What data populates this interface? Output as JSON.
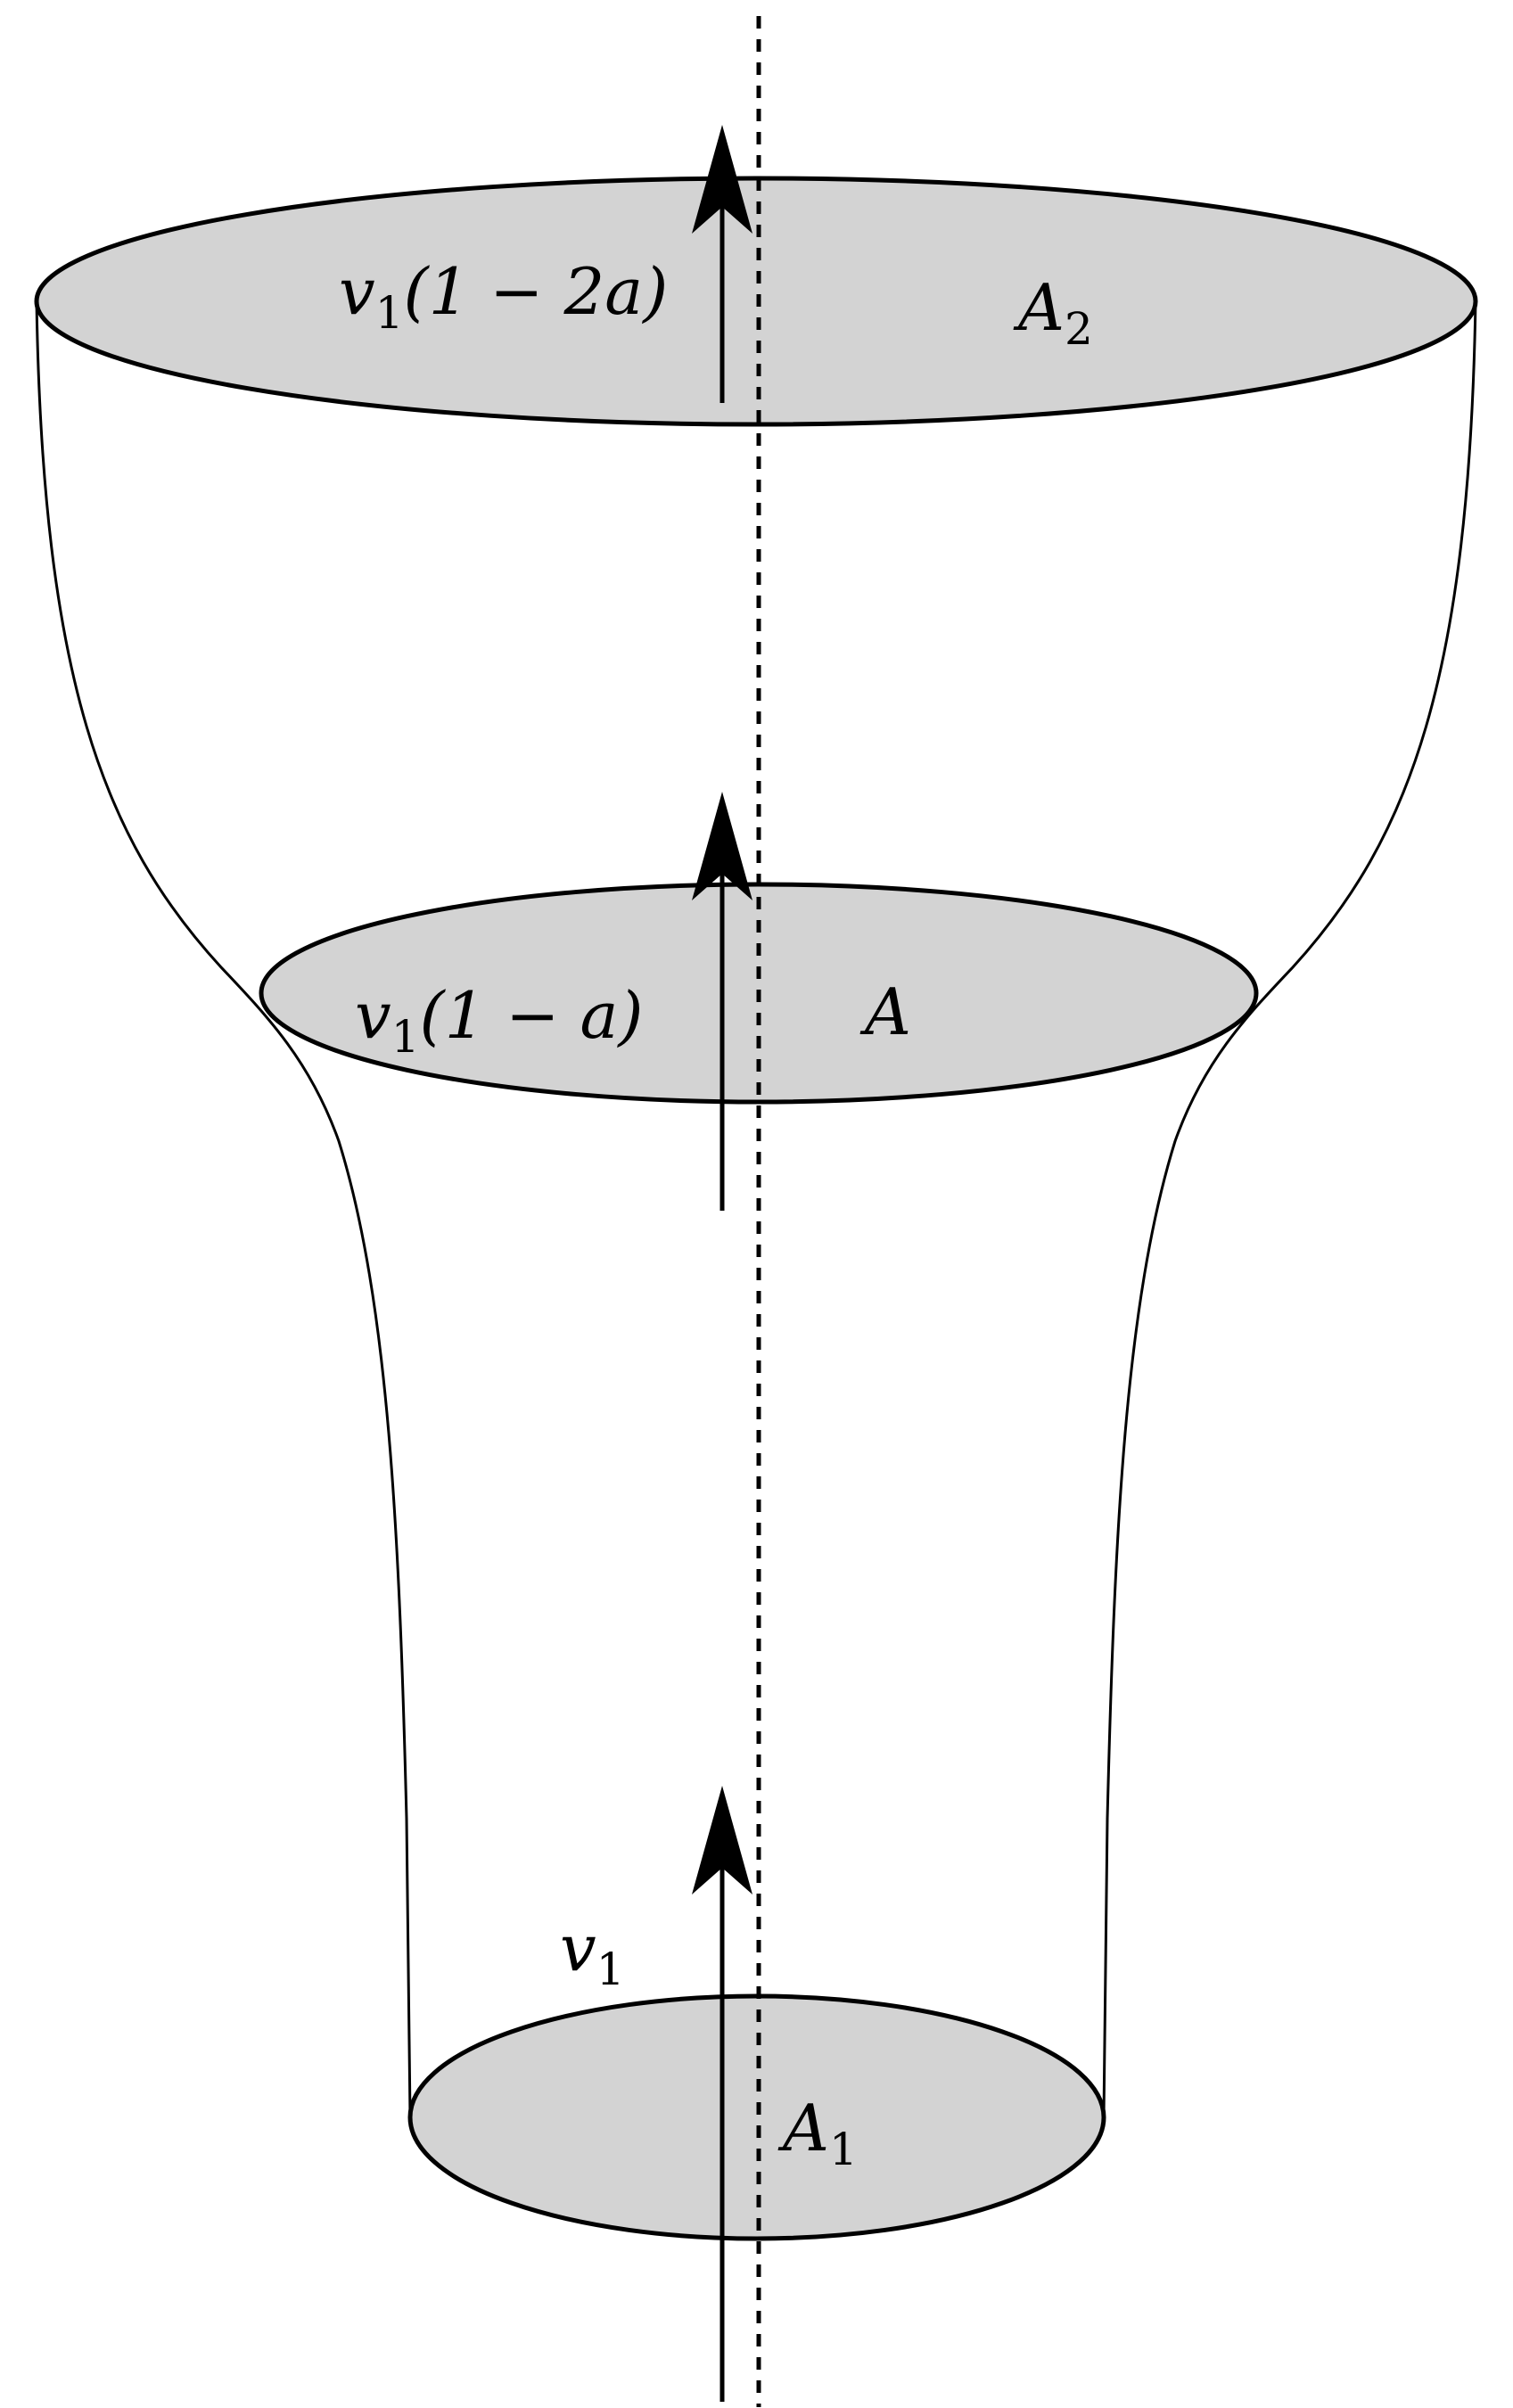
{
  "diagram": {
    "labels": {
      "top_velocity": {
        "symbol": "v",
        "subscript": "1",
        "expression": "(1 − 2a)"
      },
      "top_area": {
        "symbol": "A",
        "subscript": "2"
      },
      "mid_velocity": {
        "symbol": "v",
        "subscript": "1",
        "expression": "(1 − a)"
      },
      "mid_area": {
        "symbol": "A"
      },
      "bottom_velocity": {
        "symbol": "v",
        "subscript": "1"
      },
      "bottom_area": {
        "symbol": "A",
        "subscript": "1"
      }
    },
    "colors": {
      "disc_fill": "#d3d3d3",
      "stroke": "#000000",
      "background": "#ffffff"
    }
  }
}
